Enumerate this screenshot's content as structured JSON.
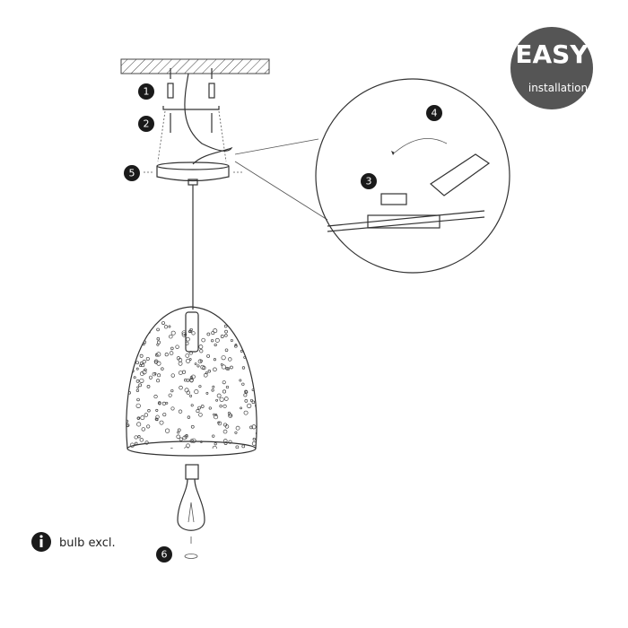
{
  "badge": {
    "title": "EASY",
    "subtitle": "installation",
    "color": "#555555"
  },
  "steps": [
    "1",
    "2",
    "3",
    "4",
    "5",
    "6"
  ],
  "note": {
    "icon": "info-icon",
    "text": "bulb excl."
  }
}
